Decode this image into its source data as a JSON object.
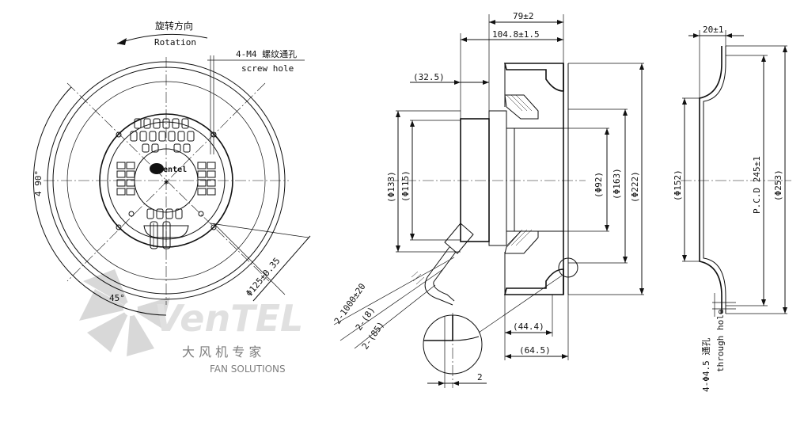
{
  "front_view": {
    "rotation_label_cn": "旋转方向",
    "rotation_label_en": "Rotation",
    "screw_hole_cn": "4-M4 螺纹通孔",
    "screw_hole_en": "screw hole",
    "angle_90": "4 90°",
    "angle_45": "45°",
    "pcd_125": "Φ125±0.35",
    "logo_text": "ventel"
  },
  "side_view": {
    "dim_79": "79±2",
    "dim_104_8": "104.8±1.5",
    "dim_32_5": "(32.5)",
    "dia_133": "(Φ133)",
    "dia_115": "(Φ115)",
    "dia_92": "(Φ92)",
    "dia_163": "(Φ163)",
    "dia_222": "(Φ222)",
    "dim_44_4": "(44.4)",
    "dim_64_5": "(64.5)",
    "detail_2": "2",
    "cable_length": "2-1000±20",
    "cable_8": "2-(8)",
    "cable_85": "2-(85)"
  },
  "ring_view": {
    "dim_20": "20±1",
    "dia_152": "(Φ152)",
    "pcd_245": "P.C.D 245±1",
    "dia_253": "(Φ253)",
    "through_hole_cn": "4-Φ4.5 通孔",
    "through_hole_en": "through hole"
  },
  "watermark": {
    "brand": "VenTEL",
    "subtitle_cn": "大 风 机 专 家",
    "subtitle_en": "FAN  SOLUTIONS"
  }
}
